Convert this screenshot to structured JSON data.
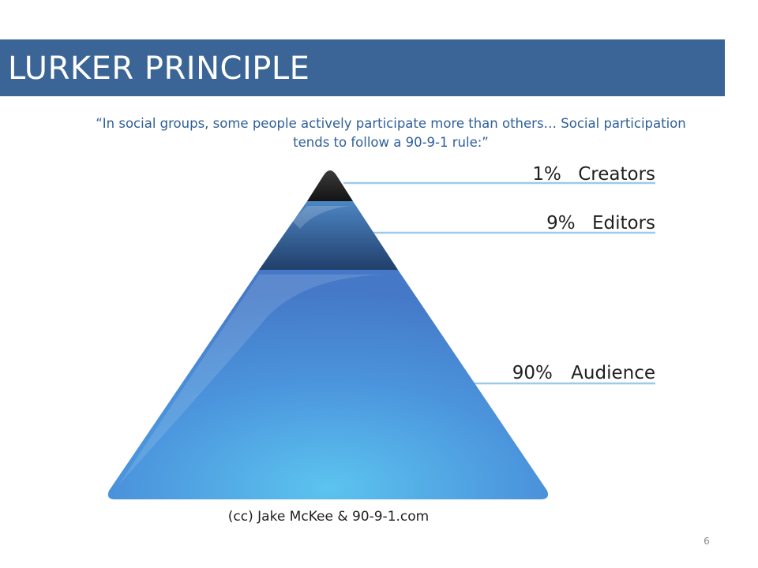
{
  "slide": {
    "title": "LURKER PRINCIPLE",
    "quote": "“In social groups, some people actively participate more than others… Social participation tends to follow a 90-9-1 rule:”",
    "page_number": "6"
  },
  "pyramid": {
    "tiers": [
      {
        "percent": "1%",
        "label": "Creators",
        "color": "#262626"
      },
      {
        "percent": "9%",
        "label": "Editors",
        "color": "#2f5d92"
      },
      {
        "percent": "90%",
        "label": "Audience",
        "color": "#4f8fd8"
      }
    ],
    "credit": "(cc) Jake McKee & 90-9-1.com",
    "leader_color": "#8fc3e8"
  }
}
